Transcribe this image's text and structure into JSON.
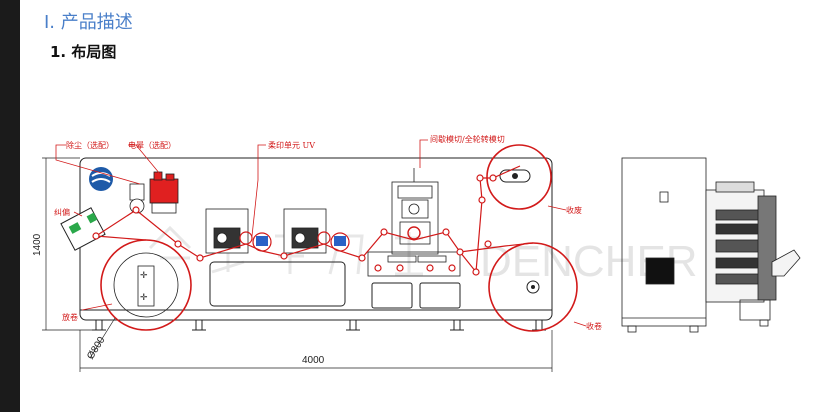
{
  "section_title": "I. 产品描述",
  "subsection_title": "1. 布局图",
  "labels": {
    "corona": "除尘（选配）",
    "static": "电晕（选配）",
    "print_unit": "柔印单元 UV",
    "die_cut": "间歇模切/全轮转模切",
    "web_guide": "纠偏",
    "unwind": "放卷",
    "waste": "收废",
    "rewind": "收卷"
  },
  "dimensions": {
    "height": "1400",
    "length": "4000",
    "diameter": "Ø800"
  },
  "watermark": "DENCHER",
  "colors": {
    "annotation": "#d21a1a",
    "heading": "#4a7fc9"
  }
}
